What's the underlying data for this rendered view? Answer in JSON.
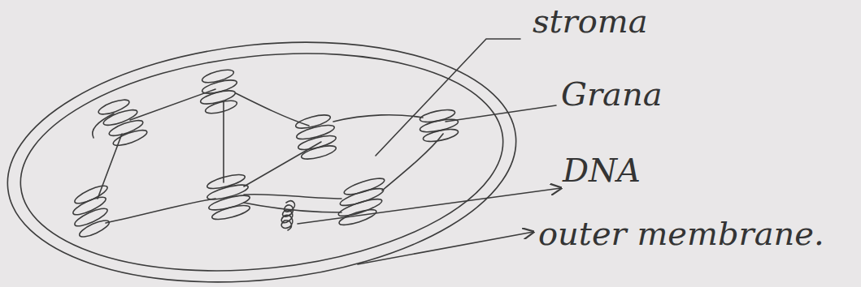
{
  "diagram": {
    "labels": [
      "stroma",
      "Grana",
      "DNA",
      "outer membrane."
    ]
  }
}
